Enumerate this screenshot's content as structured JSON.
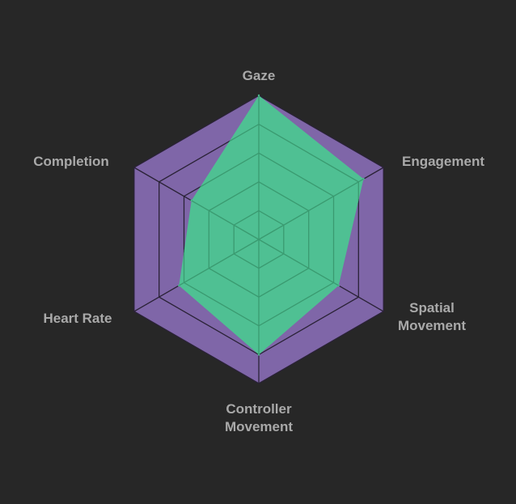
{
  "chart_data": {
    "type": "radar",
    "axes": [
      {
        "key": "gaze",
        "label_lines": [
          "Gaze"
        ]
      },
      {
        "key": "engagement",
        "label_lines": [
          "Engagement"
        ]
      },
      {
        "key": "spatial_movement",
        "label_lines": [
          "Spatial",
          "Movement"
        ]
      },
      {
        "key": "controller_movement",
        "label_lines": [
          "Controller",
          "Movement"
        ]
      },
      {
        "key": "heart_rate",
        "label_lines": [
          "Heart Rate"
        ]
      },
      {
        "key": "completion",
        "label_lines": [
          "Completion"
        ]
      }
    ],
    "rings": [
      20,
      40,
      60,
      80,
      100
    ],
    "range": [
      0,
      100
    ],
    "series": [
      {
        "role": "background",
        "values": [
          100,
          100,
          100,
          100,
          100,
          100
        ],
        "color": "#7f66a8"
      },
      {
        "role": "score",
        "values": [
          100,
          84,
          64,
          80,
          64,
          54
        ],
        "color": "#4fc093"
      }
    ],
    "colors": {
      "background": "#272727",
      "label": "#a9a9a9",
      "ring_outer": "#2a2236",
      "ring_inner": "#3a9a70"
    },
    "grid": true
  }
}
